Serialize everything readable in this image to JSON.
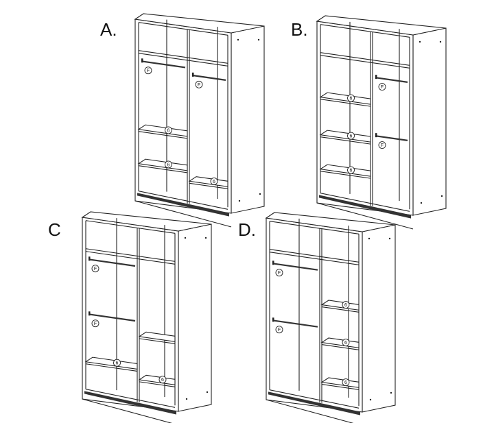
{
  "callouts": {
    "rod_label": "F",
    "shelf_label": "6"
  },
  "wardrobes": [
    {
      "label": "A."
    },
    {
      "label": "B."
    },
    {
      "label": "C"
    },
    {
      "label": "D."
    }
  ]
}
